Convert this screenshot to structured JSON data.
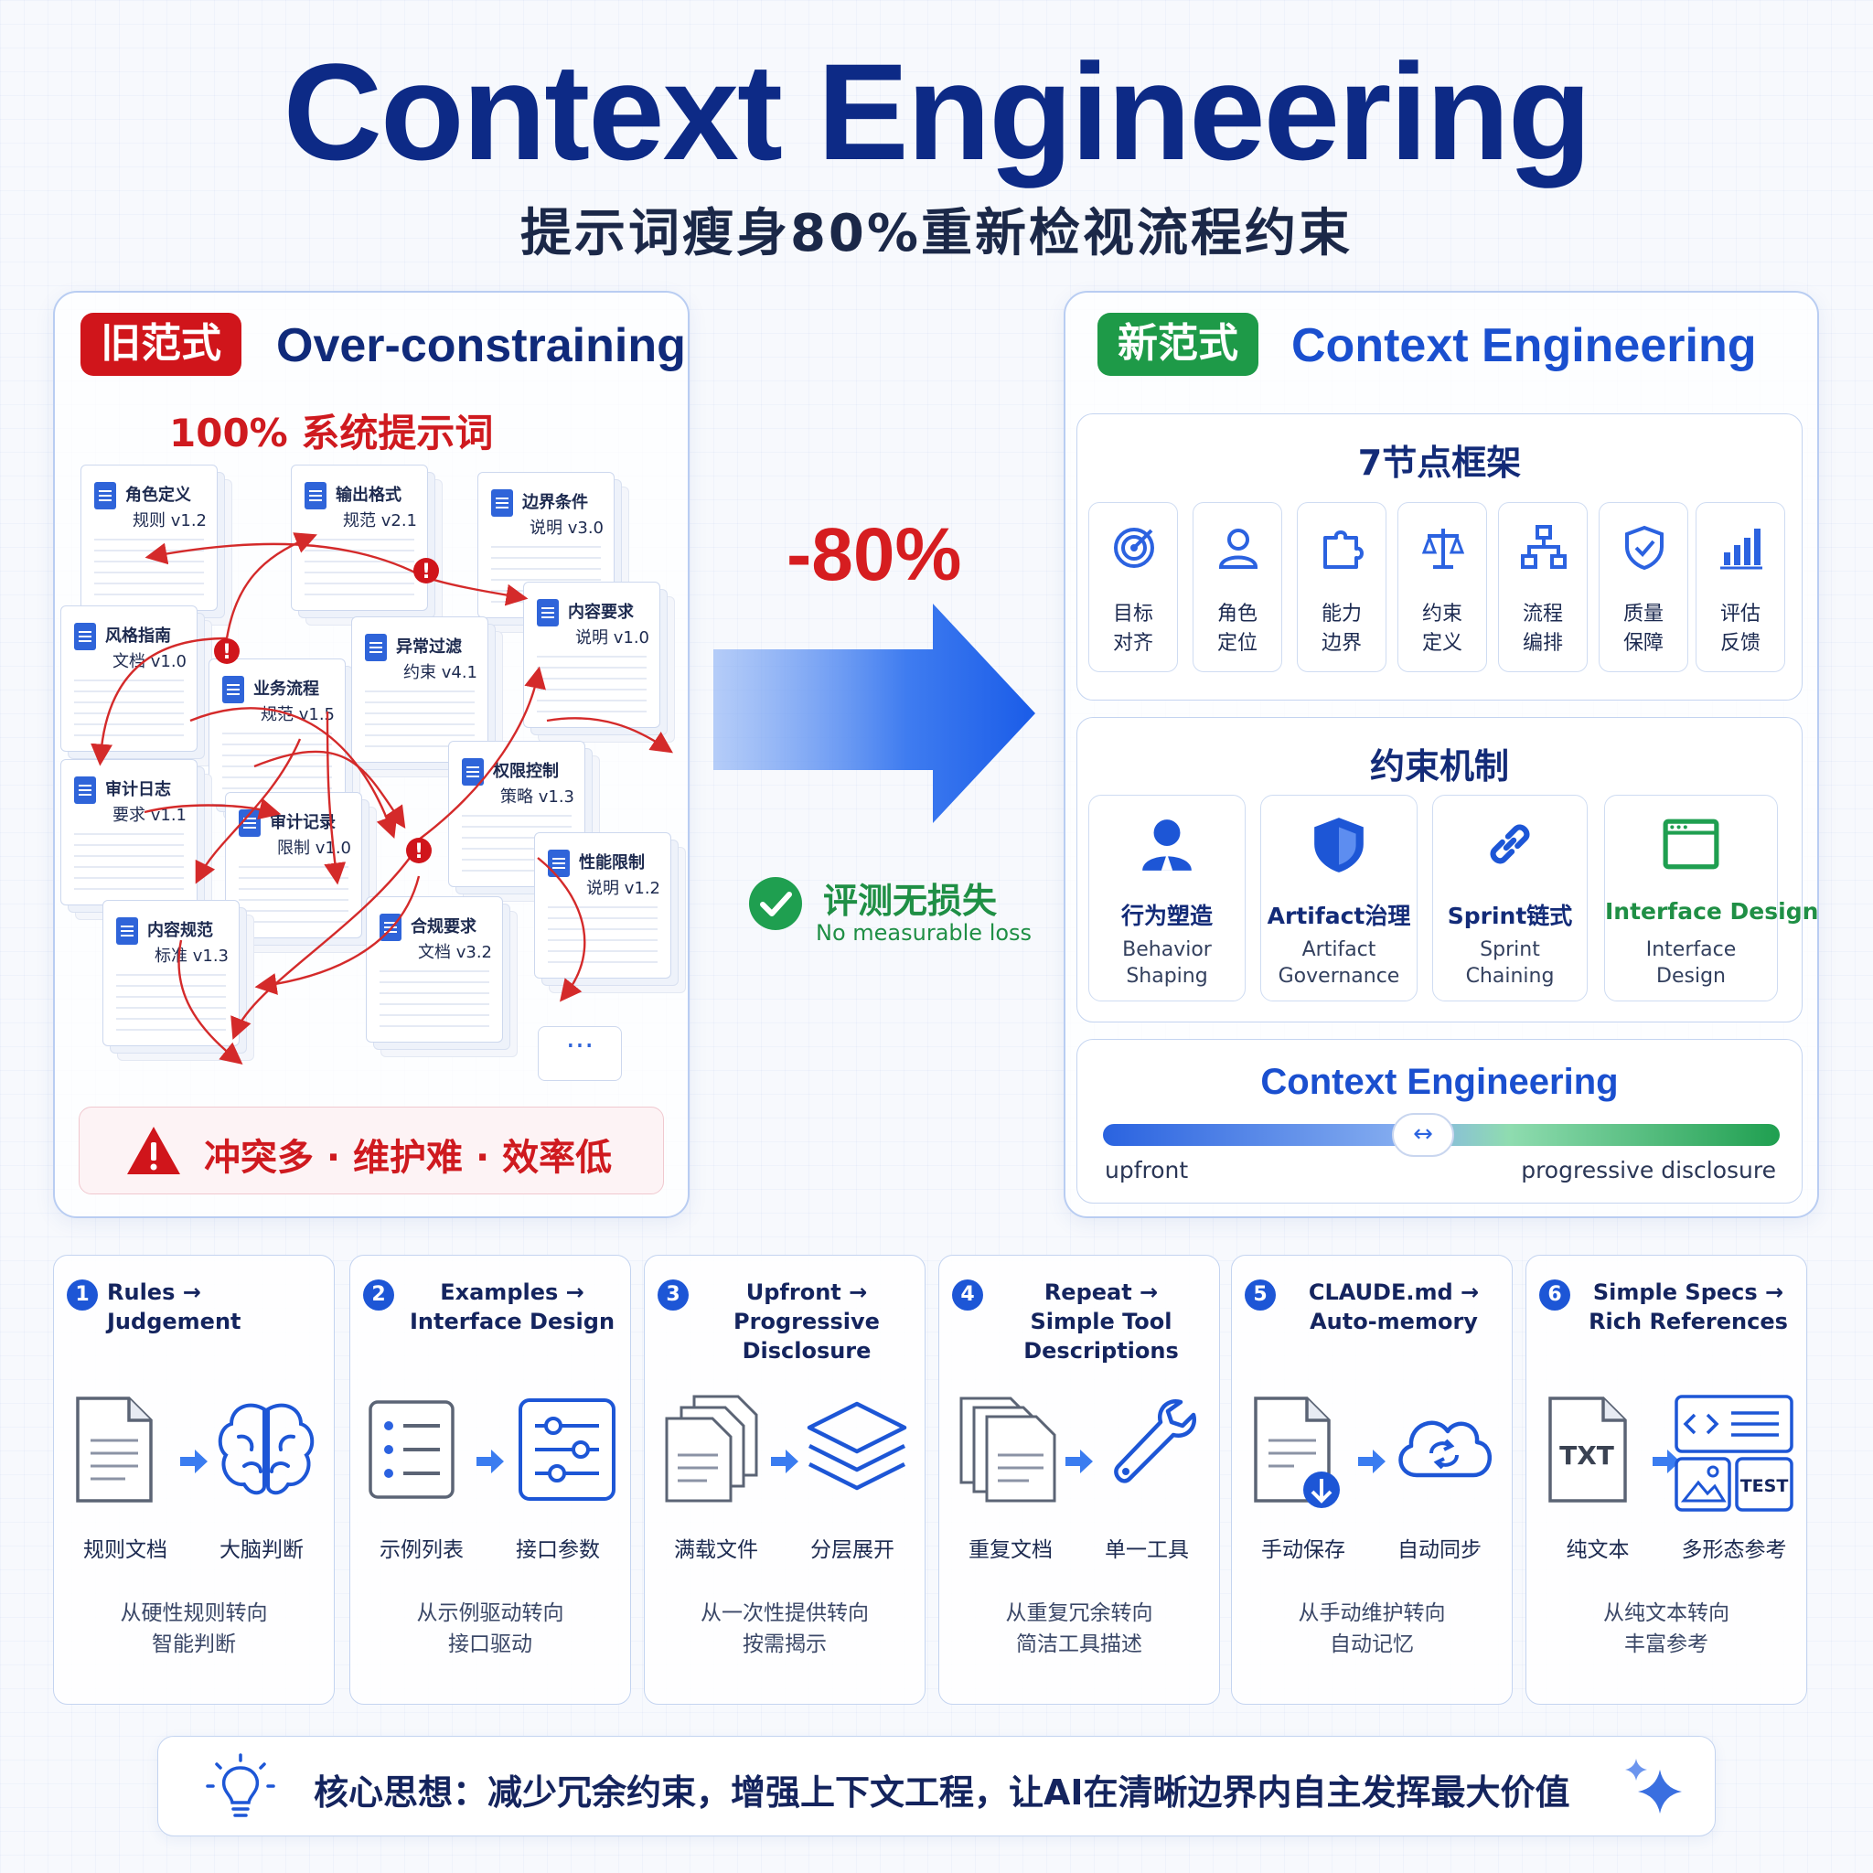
{
  "title": "Context Engineering",
  "subtitle": "提示词瘦身80%重新检视流程约束",
  "old": {
    "badge": "旧范式",
    "heading": "Over-constraining",
    "prompt_label": "100% 系统提示词",
    "docs": [
      {
        "title": "角色定义",
        "version": "规则 v1.2"
      },
      {
        "title": "输出格式",
        "version": "规范 v2.1"
      },
      {
        "title": "边界条件",
        "version": "说明 v3.0"
      },
      {
        "title": "风格指南",
        "version": "文档 v1.0"
      },
      {
        "title": "业务流程",
        "version": "规范 v1.5"
      },
      {
        "title": "异常过滤",
        "version": "约束 v4.1"
      },
      {
        "title": "内容要求",
        "version": "说明 v1.0"
      },
      {
        "title": "审计日志",
        "version": "要求 v1.1"
      },
      {
        "title": "审计记录",
        "version": "限制 v1.0"
      },
      {
        "title": "权限控制",
        "version": "策略 v1.3"
      },
      {
        "title": "性能限制",
        "version": "说明 v1.2"
      },
      {
        "title": "内容规范",
        "version": "标准 v1.3"
      },
      {
        "title": "合规要求",
        "version": "文档 v3.2"
      }
    ],
    "more": "···",
    "warning": "冲突多 · 维护难 · 效率低"
  },
  "middle": {
    "reduction": "-80%",
    "no_loss_zh": "评测无损失",
    "no_loss_en": "No measurable loss"
  },
  "new": {
    "badge": "新范式",
    "heading": "Context Engineering",
    "framework": {
      "title": "7节点框架",
      "nodes": [
        {
          "label": "目标\n对齐",
          "icon": "target-icon"
        },
        {
          "label": "角色\n定位",
          "icon": "user-icon"
        },
        {
          "label": "能力\n边界",
          "icon": "puzzle-icon"
        },
        {
          "label": "约束\n定义",
          "icon": "scale-icon"
        },
        {
          "label": "流程\n编排",
          "icon": "flow-icon"
        },
        {
          "label": "质量\n保障",
          "icon": "shield-check-icon"
        },
        {
          "label": "评估\n反馈",
          "icon": "bar-chart-icon"
        }
      ]
    },
    "constraints": {
      "title": "约束机制",
      "items": [
        {
          "zh": "行为塑造",
          "en": "Behavior\nShaping",
          "icon": "person-icon"
        },
        {
          "zh": "Artifact治理",
          "en": "Artifact\nGovernance",
          "icon": "shield-icon"
        },
        {
          "zh": "Sprint链式",
          "en": "Sprint\nChaining",
          "icon": "link-icon"
        },
        {
          "zh": "Interface Design",
          "en": "Interface\nDesign",
          "icon": "window-icon"
        }
      ]
    },
    "spectrum": {
      "title": "Context Engineering",
      "left": "upfront",
      "right": "progressive disclosure",
      "knob": "↔"
    }
  },
  "shifts": [
    {
      "num": "1",
      "title": "Rules → Judgement",
      "from": "规则文档",
      "to": "大脑判断",
      "desc": "从硬性规则转向\n智能判断"
    },
    {
      "num": "2",
      "title": "Examples →\nInterface Design",
      "from": "示例列表",
      "to": "接口参数",
      "desc": "从示例驱动转向\n接口驱动"
    },
    {
      "num": "3",
      "title": "Upfront →\nProgressive Disclosure",
      "from": "满载文件",
      "to": "分层展开",
      "desc": "从一次性提供转向\n按需揭示"
    },
    {
      "num": "4",
      "title": "Repeat →\nSimple Tool\nDescriptions",
      "from": "重复文档",
      "to": "单一工具",
      "desc": "从重复冗余转向\n简洁工具描述"
    },
    {
      "num": "5",
      "title": "CLAUDE.md →\nAuto-memory",
      "from": "手动保存",
      "to": "自动同步",
      "desc": "从手动维护转向\n自动记忆"
    },
    {
      "num": "6",
      "title": "Simple Specs →\nRich References",
      "from": "纯文本",
      "to": "多形态参考",
      "desc": "从纯文本转向\n丰富参考",
      "txt_label": "TXT",
      "test_label": "TEST"
    }
  ],
  "core": "核心思想：减少冗余约束，增强上下文工程，让AI在清晰边界内自主发挥最大价值",
  "colors": {
    "primary": "#1d56d6",
    "navy": "#0d2a86",
    "red": "#d0151b",
    "green": "#1e9a48"
  }
}
